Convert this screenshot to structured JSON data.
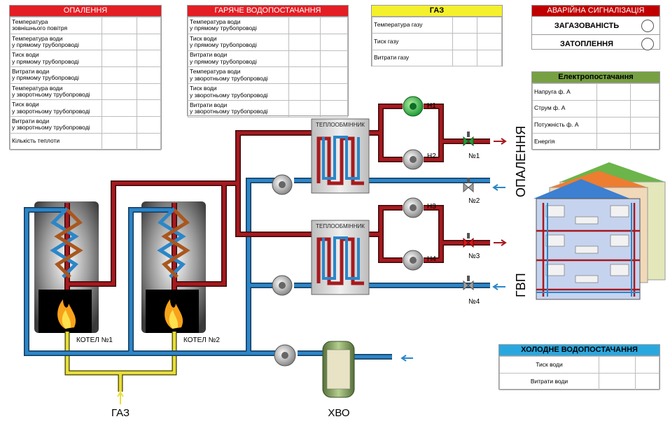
{
  "heating": {
    "title": "ОПАЛЕННЯ",
    "rows": [
      "Температура\nзовнішнього повітря",
      "Температура води\nу прямому трубопроводі",
      "Тиск води\nу прямому трубопроводі",
      "Витрати води\nу прямому трубопроводі",
      "Температура води\nу зворотньому трубопроводі",
      "Тиск води\nу зворотньому трубопроводі",
      "Витрати води\nу зворотньому трубопроводі",
      "Кількість теплоти"
    ]
  },
  "hot_water": {
    "title": "ГАРЯЧЕ ВОДОПОСТАЧАННЯ",
    "rows": [
      "Температура води\nу прямому трубопроводі",
      "Тиск води\nу прямому трубопроводі",
      "Витрати води\nу прямому трубопроводі",
      "Температура води\nу зворотньому трубопроводі",
      "Тиск води\nу зворотньому трубопроводі",
      "Витрати води\nу зворотньому трубопроводі"
    ]
  },
  "gas": {
    "title": "ГАЗ",
    "rows": [
      "Температура газу",
      "Тиск газу",
      "Витрати газу"
    ]
  },
  "alarm": {
    "title": "АВАРІЙНА СИГНАЛІЗАЦІЯ",
    "rows": [
      "ЗАГАЗОВАНІСТЬ",
      "ЗАТОПЛЕННЯ"
    ]
  },
  "power": {
    "title": "Електропостачання",
    "rows": [
      "Напруга ф. А",
      "Струм ф. А",
      "Потужність ф. А",
      "Енергія"
    ]
  },
  "cold_water": {
    "title": "ХОЛОДНЕ ВОДОПОСТАЧАННЯ",
    "rows": [
      "Тиск води",
      "Витрати води"
    ]
  },
  "scheme": {
    "hx1": "ТЕПЛООБМІННИК",
    "hx2": "ТЕПЛООБМІННИК",
    "boiler1": "КОТЕЛ №1",
    "boiler2": "КОТЕЛ №2",
    "pumps": [
      "Н1",
      "Н2",
      "Н3",
      "Н4"
    ],
    "valves": [
      "№1",
      "№2",
      "№3",
      "№4"
    ],
    "gas_label": "ГАЗ",
    "hvo_label": "ХВО",
    "heating_label": "ОПАЛЕННЯ",
    "gvp_label": "ГВП"
  },
  "colors": {
    "heating_header": "#e31e24",
    "gas_header": "#f5f02c",
    "alarm_header": "#c00000",
    "power_header": "#77a043",
    "cold_header": "#29a8e0",
    "hot_pipe": "#a61a1f",
    "cold_pipe": "#2b86c8",
    "gas_pipe": "#e0d530"
  }
}
